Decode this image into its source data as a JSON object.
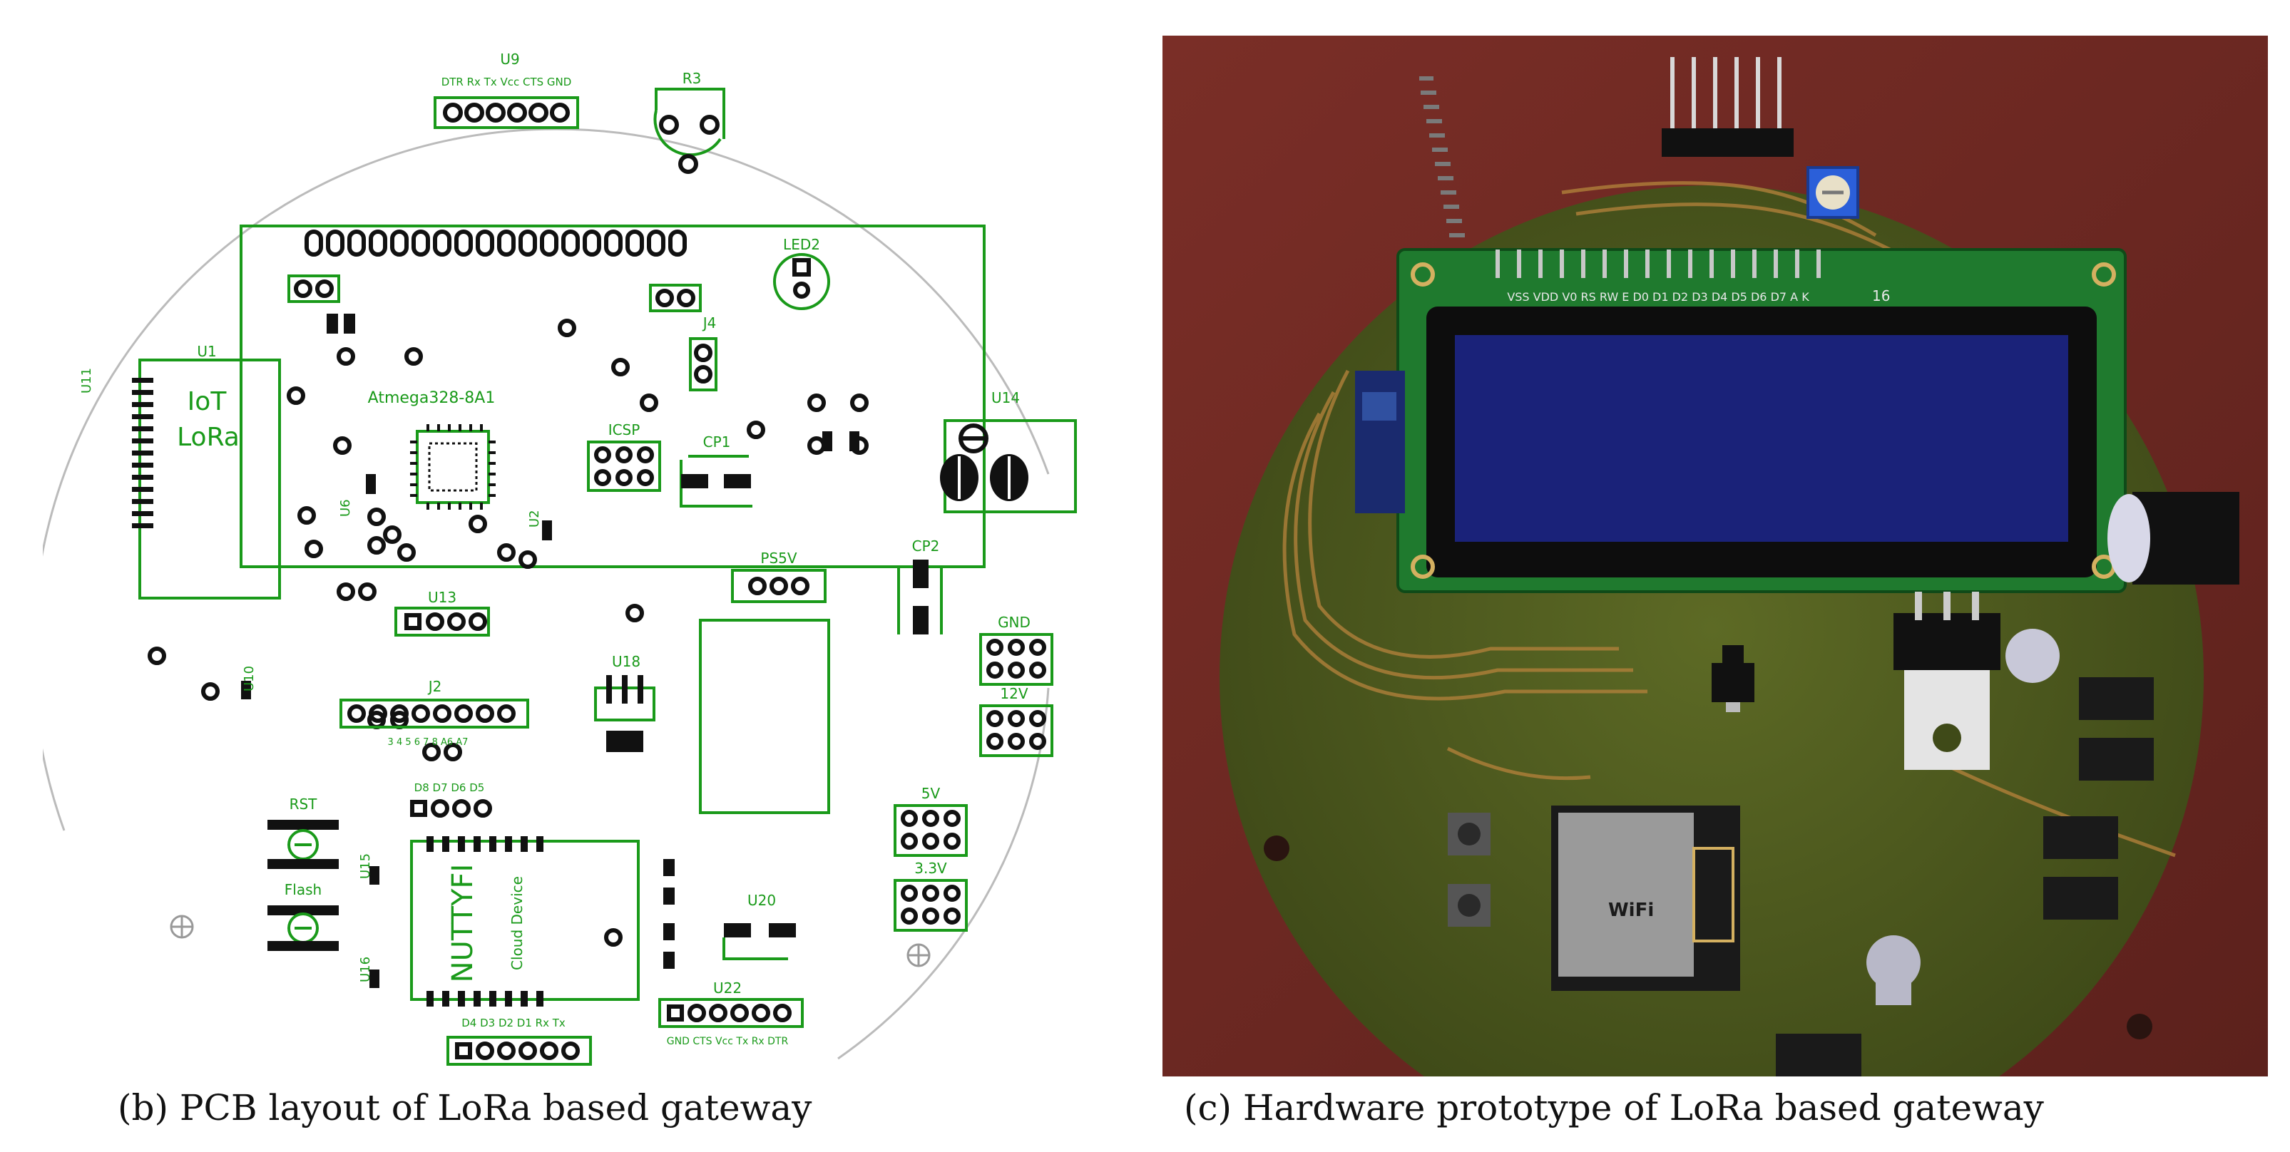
{
  "captions": {
    "pcb": "(b) PCB layout of  LoRa based gateway",
    "photo": "(c) Hardware prototype of  LoRa based gateway"
  },
  "pcb": {
    "labels": {
      "u9": "U9",
      "u9_pins": "DTR Rx Tx Vcc CTS GND",
      "r3": "R3",
      "led2": "LED2",
      "u1": "U1",
      "u11": "U11",
      "iot": "IoT",
      "lora": "LoRa",
      "mcu": "Atmega328-8A1",
      "j4": "J4",
      "icsp": "ICSP",
      "cp1": "CP1",
      "u14": "U14",
      "u2": "U2",
      "u6": "U6",
      "ps5v": "PS5V",
      "cp2": "CP2",
      "u13": "U13",
      "gnd": "GND",
      "v12": "12V",
      "u18": "U18",
      "u10": "U10",
      "j2": "J2",
      "j2_pins": "3  4  5  6  7  8  A6  A7",
      "v5": "5V",
      "v33": "3.3V",
      "rst": "RST",
      "flash": "Flash",
      "u15": "U15",
      "u16": "U16",
      "d_pins_top": "D8 D7 D6 D5",
      "nuttyfi": "NUTTYFI",
      "cloud": "Cloud Device",
      "u20": "U20",
      "u22": "U22",
      "d_pins_bottom": "D4 D3 D2 D1 Rx Tx",
      "u22_pins": "GND CTS Vcc Tx Rx DTR"
    }
  },
  "photo": {
    "lcd_pins": "VSS VDD V0 RS RW E D0 D1 D2 D3 D4 D5 D6 D7 A K",
    "lcd_num": "16",
    "module_label": "WiFi"
  },
  "colors": {
    "pcb_green": "#1a9a1a",
    "board_fill": "#4e5a1e",
    "lcd_green": "#1f7a2e",
    "lcd_screen": "#141a6e",
    "table_bg": "#6e2a24"
  }
}
